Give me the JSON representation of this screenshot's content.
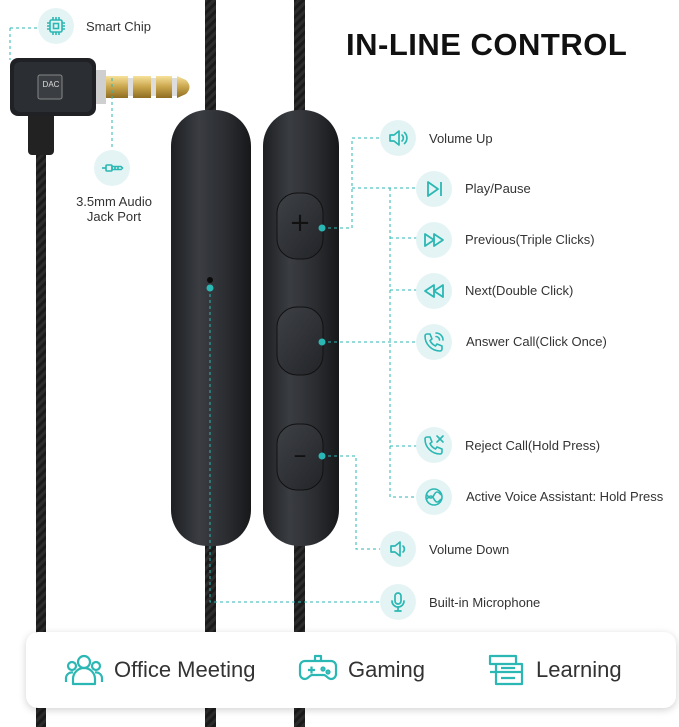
{
  "title": "IN-LINE CONTROL",
  "accent": "#2bb7b3",
  "connector": {
    "chip_text": "DAC",
    "smart_chip": {
      "label": "Smart Chip",
      "icon": "chip-icon"
    },
    "jack_port": {
      "label": "3.5mm Audio Jack Port",
      "icon": "jack-plug-icon"
    }
  },
  "functions": [
    {
      "label": "Volume Up",
      "icon": "volume-up-icon"
    },
    {
      "label": "Play/Pause",
      "icon": "play-pause-icon"
    },
    {
      "label": "Previous(Triple Clicks)",
      "icon": "previous-icon"
    },
    {
      "label": "Next(Double Click)",
      "icon": "next-icon"
    },
    {
      "label": "Answer Call(Click Once)",
      "icon": "answer-call-icon"
    },
    {
      "label": "Reject Call(Hold Press)",
      "icon": "reject-call-icon"
    },
    {
      "label": "Active Voice Assistant: Hold Press",
      "icon": "voice-assistant-icon"
    },
    {
      "label": "Volume Down",
      "icon": "volume-down-icon"
    },
    {
      "label": "Built-in Microphone",
      "icon": "microphone-icon"
    }
  ],
  "remote_buttons": {
    "plus": "+",
    "minus": "–"
  },
  "uses": [
    {
      "label": "Office Meeting",
      "icon": "people-icon"
    },
    {
      "label": "Gaming",
      "icon": "gamepad-icon"
    },
    {
      "label": "Learning",
      "icon": "book-icon"
    }
  ]
}
